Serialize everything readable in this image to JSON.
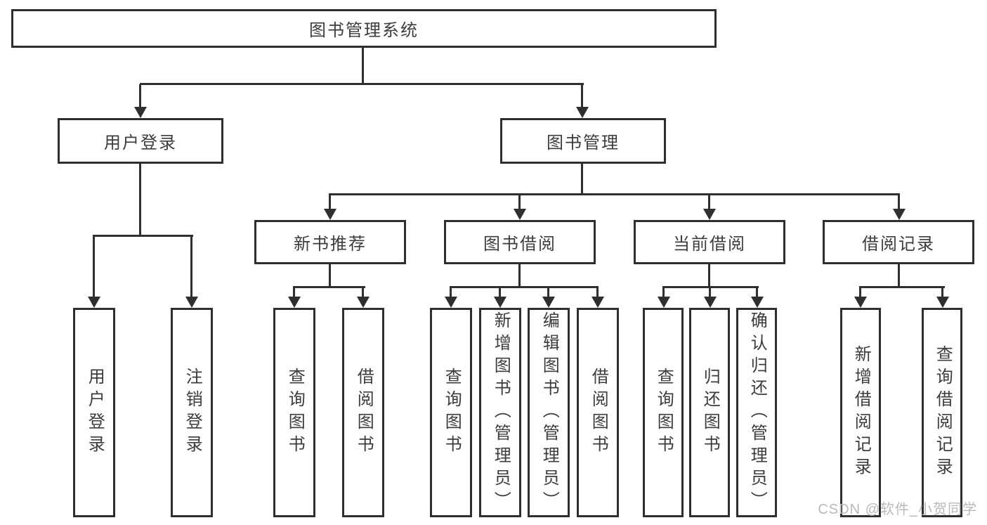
{
  "diagram_title": "图书管理系统",
  "nodes": {
    "root": "图书管理系统",
    "level2": [
      "用户登录",
      "图书管理"
    ],
    "level3": [
      "新书推荐",
      "图书借阅",
      "当前借阅",
      "借阅记录"
    ],
    "leaves": {
      "user_login": [
        "用户登录",
        "注销登录"
      ],
      "new_book": [
        "查询图书",
        "借阅图书"
      ],
      "book_borrow": [
        "查询图书",
        "新增图书（管理员）",
        "编辑图书（管理员）",
        "借阅图书"
      ],
      "current_borrow": [
        "查询图书",
        "归还图书",
        "确认归还（管理员）"
      ],
      "borrow_records": [
        "新增借阅记录",
        "查询借阅记录"
      ]
    }
  },
  "watermark": "CSDN @软件_小贺同学",
  "colors": {
    "line": "#2f2f2f",
    "text": "#3c3c3c",
    "background": "#ffffff",
    "watermark": "#b9b9b9"
  }
}
